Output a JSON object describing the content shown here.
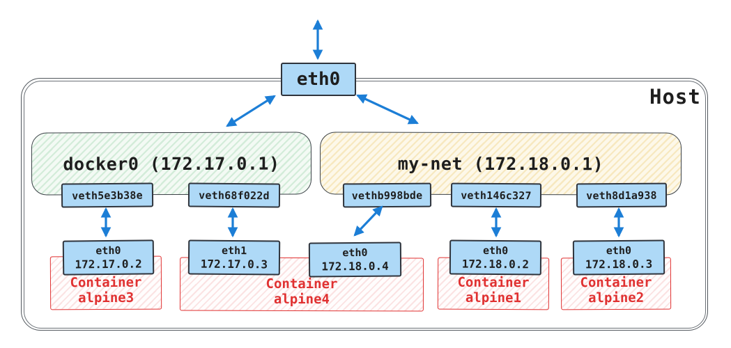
{
  "diagram": {
    "host_label": "Host",
    "uplink_interface": "eth0",
    "bridges": [
      {
        "id": "docker0",
        "label": "docker0 (172.17.0.1)",
        "veths": [
          "veth5e3b38e",
          "veth68f022d"
        ]
      },
      {
        "id": "my-net",
        "label": "my-net (172.18.0.1)",
        "veths": [
          "vethb998bde",
          "veth146c327",
          "veth8d1a938"
        ]
      }
    ],
    "containers": [
      {
        "title": "Container",
        "name": "alpine3",
        "interfaces": [
          {
            "name": "eth0",
            "ip": "172.17.0.2"
          }
        ]
      },
      {
        "title": "Container",
        "name": "alpine4",
        "interfaces": [
          {
            "name": "eth1",
            "ip": "172.17.0.3"
          },
          {
            "name": "eth0",
            "ip": "172.18.0.4"
          }
        ]
      },
      {
        "title": "Container",
        "name": "alpine1",
        "interfaces": [
          {
            "name": "eth0",
            "ip": "172.18.0.2"
          }
        ]
      },
      {
        "title": "Container",
        "name": "alpine2",
        "interfaces": [
          {
            "name": "eth0",
            "ip": "172.18.0.3"
          }
        ]
      }
    ],
    "colors": {
      "arrow_blue": "#1c7ed6",
      "interface_fill": "#aed9f7",
      "bridge_docker0_fill": "#f3faf4",
      "bridge_mynet_fill": "#fdf8e9",
      "container_red": "#e03131",
      "stroke_dark": "#343a40"
    }
  }
}
